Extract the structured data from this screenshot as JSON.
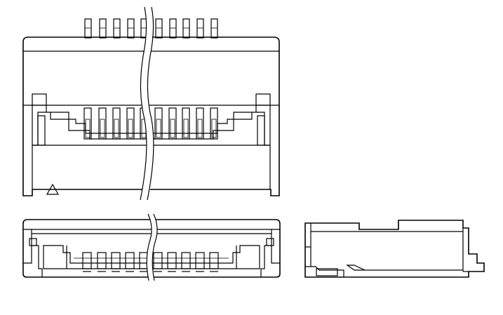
{
  "drawing": {
    "views": [
      {
        "id": "top-view",
        "pin_count": 10,
        "break_line": true,
        "polarity_mark": "triangle"
      },
      {
        "id": "front-view",
        "pin_count": 10,
        "break_line": true
      },
      {
        "id": "side-view"
      }
    ],
    "colors": {
      "line": "#000000",
      "background": "#ffffff"
    }
  }
}
